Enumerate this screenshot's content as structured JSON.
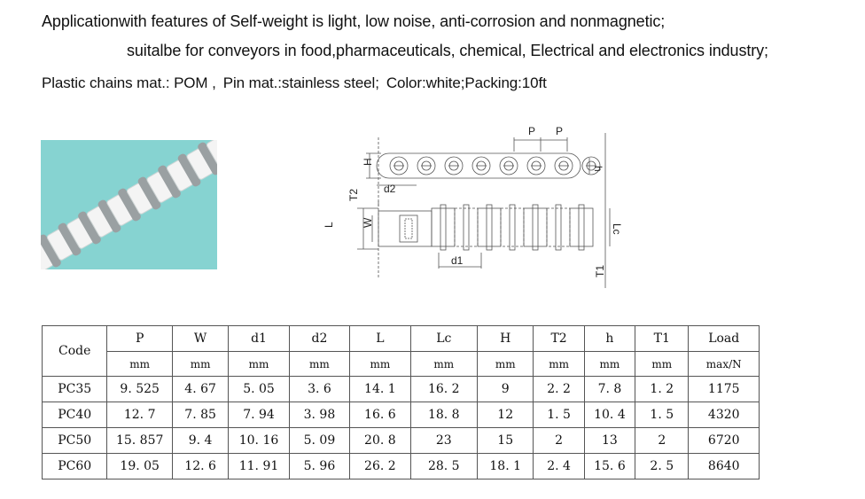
{
  "text": {
    "line1": "Applicationwith features of Self-weight is light, low noise, anti-corrosion and nonmagnetic;",
    "line2": "suitalbe for conveyors in food,pharmaceuticals, chemical, Electrical and electronics industry;",
    "line3a": "Plastic chains mat.: POM ,",
    "line3b": "Pin mat.:stainless steel;",
    "line3c": "Color:white;Packing:10ft"
  },
  "diagram": {
    "labels": {
      "P1": "P",
      "P2": "P",
      "H": "H",
      "h": "h",
      "d2": "d2",
      "T2": "T2",
      "L": "L",
      "W": "W",
      "Lc": "Lc",
      "d1": "d1",
      "T1": "T1"
    }
  },
  "colors": {
    "photo_bg": "#86d3d1",
    "chain_plastic": "#f4f4f4",
    "chain_pin": "#9aa0a2"
  },
  "table": {
    "code_header": "Code",
    "columns": [
      {
        "name": "P",
        "unit": "mm"
      },
      {
        "name": "W",
        "unit": "mm"
      },
      {
        "name": "d1",
        "unit": "mm"
      },
      {
        "name": "d2",
        "unit": "mm"
      },
      {
        "name": "L",
        "unit": "mm"
      },
      {
        "name": "Lc",
        "unit": "mm"
      },
      {
        "name": "H",
        "unit": "mm"
      },
      {
        "name": "T2",
        "unit": "mm"
      },
      {
        "name": "h",
        "unit": "mm"
      },
      {
        "name": "T1",
        "unit": "mm"
      },
      {
        "name": "Load",
        "unit": "max/N"
      }
    ],
    "rows": [
      {
        "code": "PC35",
        "values": [
          "9. 525",
          "4. 67",
          "5. 05",
          "3. 6",
          "14. 1",
          "16. 2",
          "9",
          "2. 2",
          "7. 8",
          "1. 2",
          "1175"
        ]
      },
      {
        "code": "PC40",
        "values": [
          "12. 7",
          "7. 85",
          "7. 94",
          "3. 98",
          "16. 6",
          "18. 8",
          "12",
          "1. 5",
          "10. 4",
          "1. 5",
          "4320"
        ]
      },
      {
        "code": "PC50",
        "values": [
          "15. 857",
          "9. 4",
          "10. 16",
          "5. 09",
          "20. 8",
          "23",
          "15",
          "2",
          "13",
          "2",
          "6720"
        ]
      },
      {
        "code": "PC60",
        "values": [
          "19. 05",
          "12. 6",
          "11. 91",
          "5. 96",
          "26. 2",
          "28. 5",
          "18. 1",
          "2. 4",
          "15. 6",
          "2. 5",
          "8640"
        ]
      }
    ]
  }
}
